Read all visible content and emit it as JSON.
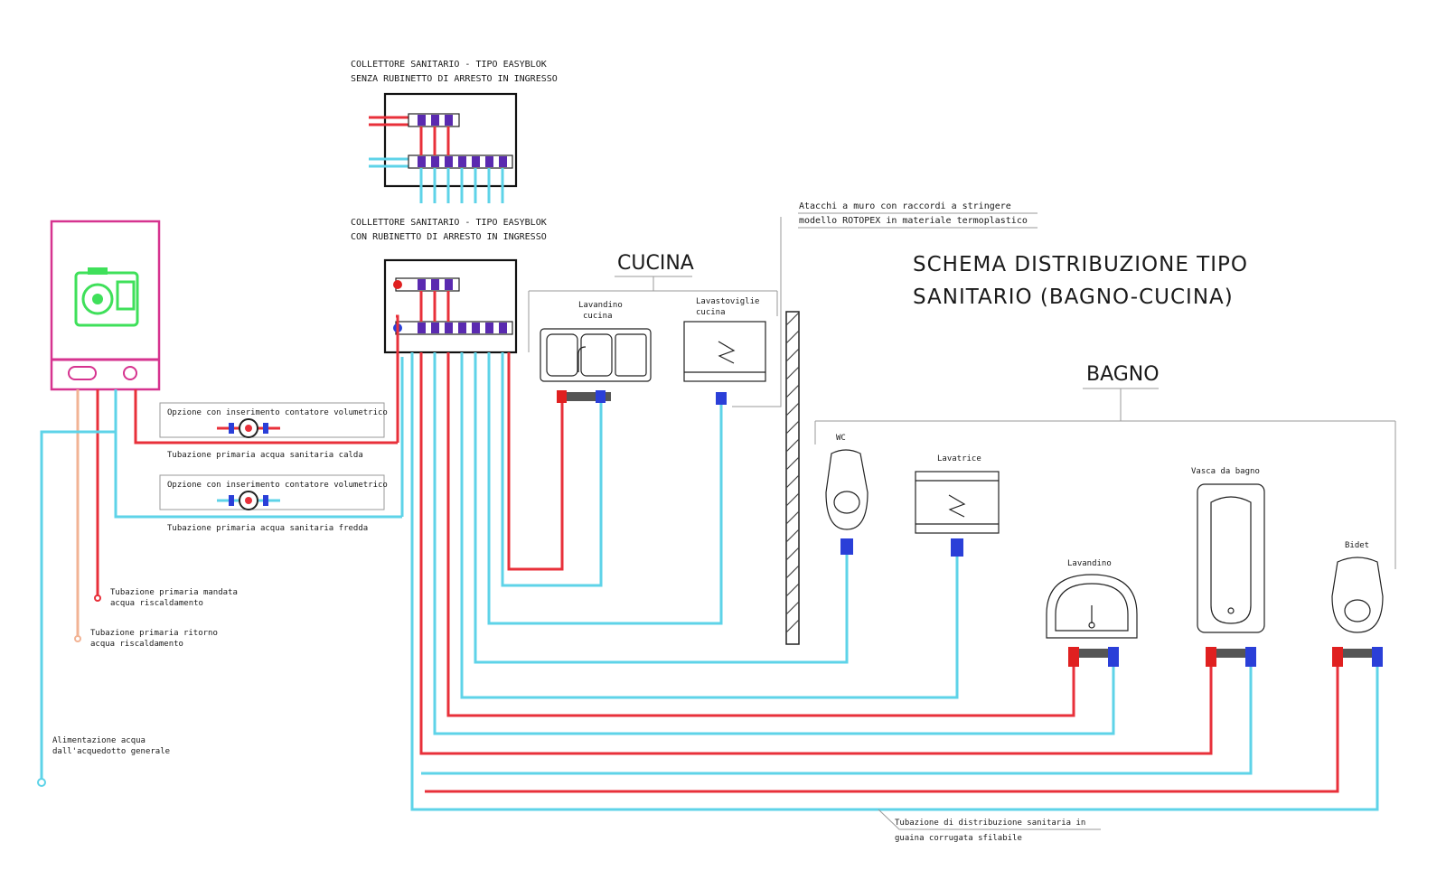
{
  "title": {
    "line1": "SCHEMA DISTRIBUZIONE TIPO",
    "line2": "SANITARIO (BAGNO-CUCINA)"
  },
  "sections": {
    "cucina": "CUCINA",
    "bagno": "BAGNO"
  },
  "manifold_top": {
    "line1": "COLLETTORE SANITARIO - TIPO EASYBLOK",
    "line2": "SENZA RUBINETTO DI ARRESTO IN INGRESSO"
  },
  "manifold_bottom": {
    "line1": "COLLETTORE SANITARIO - TIPO EASYBLOK",
    "line2": "CON RUBINETTO DI ARRESTO IN INGRESSO"
  },
  "wall_note": {
    "line1": "Atacchi a muro con raccordi a stringere",
    "line2": "modello ROTOPEX in materiale termoplastico"
  },
  "meter_option": "Opzione con inserimento contatore volumetrico",
  "meter_option_2": "Opzione con inserimento contatore volumetrico",
  "pipes": {
    "hot_primary": "Tubazione primaria acqua sanitaria calda",
    "cold_primary": "Tubazione primaria acqua sanitaria fredda",
    "heating_flow": {
      "line1": "Tubazione primaria mandata",
      "line2": "acqua riscaldamento"
    },
    "heating_return": {
      "line1": "Tubazione primaria ritorno",
      "line2": "acqua riscaldamento"
    },
    "supply": {
      "line1": "Alimentazione acqua",
      "line2": "dall'acquedotto generale"
    },
    "distribution": {
      "line1": "Tubazione di distribuzione sanitaria in",
      "line2": "guaina corrugata sfilabile"
    }
  },
  "fixtures": {
    "kitchen_sink": {
      "line1": "Lavandino",
      "line2": "cucina"
    },
    "dishwasher": {
      "line1": "Lavastoviglie",
      "line2": "cucina"
    },
    "wc": "WC",
    "washing_machine": "Lavatrice",
    "bathtub": "Vasca da bagno",
    "basin": "Lavandino",
    "bidet": "Bidet"
  },
  "colors": {
    "hot": "#e8303a",
    "cold": "#5ed3e8",
    "boiler": "#d6338f",
    "pump": "#3fe05a",
    "valve_red": "#e02020",
    "valve_blue": "#2a3fd8"
  }
}
